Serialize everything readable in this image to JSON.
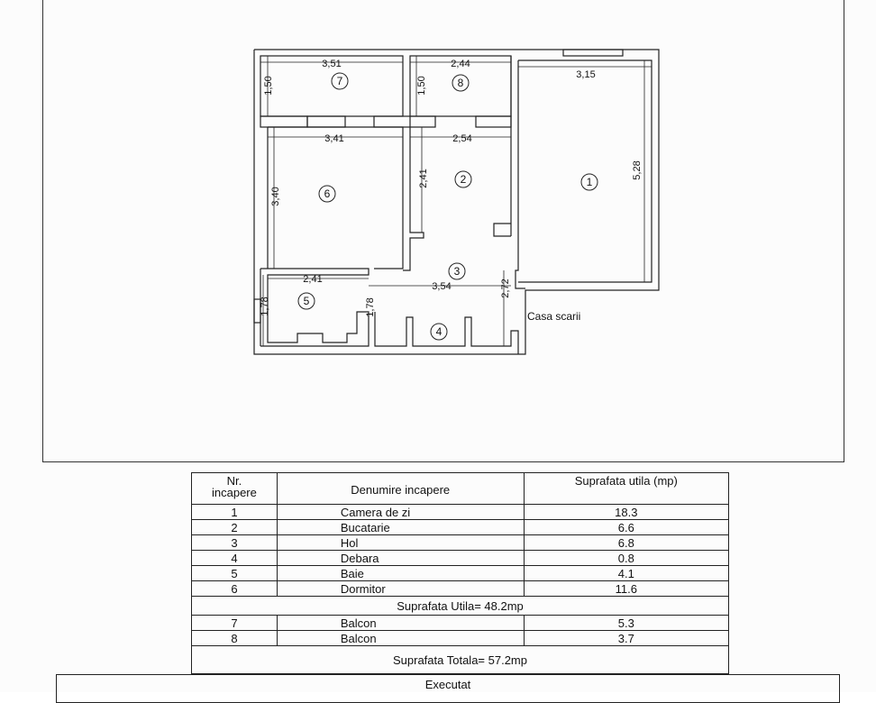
{
  "plan": {
    "stair_label": "Casa scarii",
    "rooms": [
      {
        "id": "1",
        "label": "1"
      },
      {
        "id": "2",
        "label": "2"
      },
      {
        "id": "3",
        "label": "3"
      },
      {
        "id": "4",
        "label": "4"
      },
      {
        "id": "5",
        "label": "5"
      },
      {
        "id": "6",
        "label": "6"
      },
      {
        "id": "7",
        "label": "7"
      },
      {
        "id": "8",
        "label": "8"
      }
    ],
    "dimensions": {
      "d351": "3,51",
      "d244": "2,44",
      "d315": "3,15",
      "d150a": "1,50",
      "d150b": "1,50",
      "d341": "3,41",
      "d254": "2,54",
      "d241v": "2,41",
      "d528": "5,28",
      "d340": "3,40",
      "d241h": "2,41",
      "d354": "3,54",
      "d272": "2,72",
      "d178a": "1,78",
      "d178b": "1,78"
    }
  },
  "table": {
    "headers": {
      "nr": "Nr. incapere",
      "name": "Denumire incapere",
      "area": "Suprafata utila (mp)"
    },
    "rows": [
      {
        "nr": "1",
        "name": "Camera de zi",
        "area": "18.3"
      },
      {
        "nr": "2",
        "name": "Bucatarie",
        "area": "6.6"
      },
      {
        "nr": "3",
        "name": "Hol",
        "area": "6.8"
      },
      {
        "nr": "4",
        "name": "Debara",
        "area": "0.8"
      },
      {
        "nr": "5",
        "name": "Baie",
        "area": "4.1"
      },
      {
        "nr": "6",
        "name": "Dormitor",
        "area": "11.6"
      }
    ],
    "subtotal": "Suprafata Utila= 48.2mp",
    "balcony_rows": [
      {
        "nr": "7",
        "name": "Balcon",
        "area": "5.3"
      },
      {
        "nr": "8",
        "name": "Balcon",
        "area": "3.7"
      }
    ],
    "total": "Suprafata Totala= 57.2mp"
  },
  "footer": {
    "executed": "Executat"
  },
  "colors": {
    "line": "#222222",
    "paper": "#fcfcfc"
  }
}
